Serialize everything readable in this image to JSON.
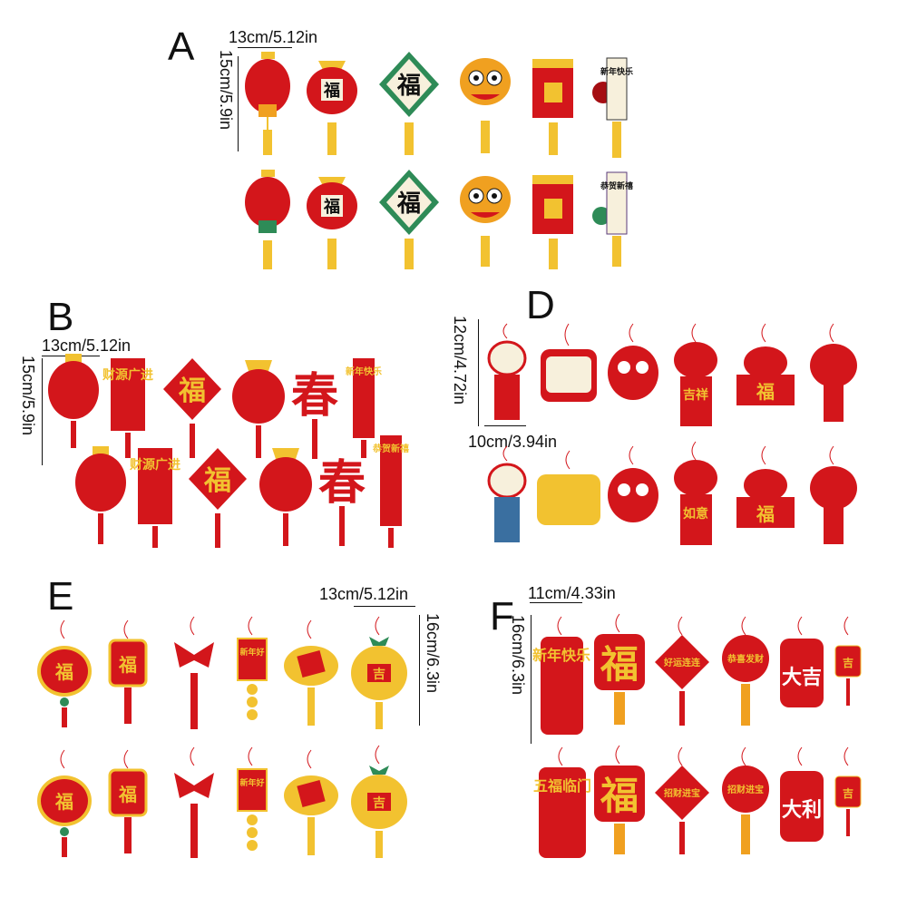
{
  "panels": [
    {
      "id": "A",
      "letter": "A",
      "width_label": "13cm/5.12in",
      "height_label": "15cm/5.9in"
    },
    {
      "id": "B",
      "letter": "B",
      "width_label": "13cm/5.12in",
      "height_label": "15cm/5.9in"
    },
    {
      "id": "D",
      "letter": "D",
      "width_label": "10cm/3.94in",
      "height_label": "12cm/4.72in"
    },
    {
      "id": "E",
      "letter": "E",
      "width_label": "13cm/5.12in",
      "height_label": "16cm/6.3in"
    },
    {
      "id": "F",
      "letter": "F",
      "width_label": "11cm/4.33in",
      "height_label": "16cm/6.3in"
    }
  ],
  "colors": {
    "red": "#d3161b",
    "dark_red": "#a50e12",
    "gold": "#f2c230",
    "orange": "#f0a020",
    "green": "#2e8b57",
    "cream": "#f7f0dc"
  },
  "text": {
    "fu": "福",
    "ji": "吉",
    "chun": "春",
    "xnkl": "新年快乐",
    "gxfx": "恭贺新禧",
    "cyag": "财源广进",
    "jixiang": "吉祥",
    "ruyi": "如意",
    "xinnianhao": "新年好",
    "wufu": "五福临门",
    "daji": "大吉",
    "dali": "大利",
    "gongxi": "恭喜发财",
    "haoyun": "好运连连",
    "zhaocai": "招财进宝"
  }
}
